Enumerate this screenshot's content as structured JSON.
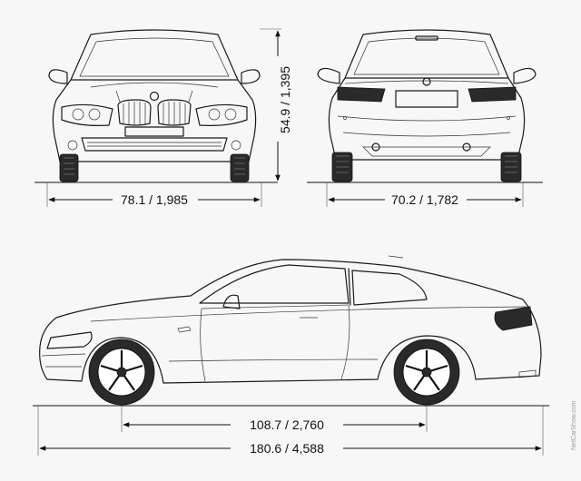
{
  "dimensions": {
    "front_width": "78.1 / 1,985",
    "height": "54.9 / 1,395",
    "rear_track": "70.2 / 1,782",
    "wheelbase": "108.7 / 2,760",
    "overall_length": "180.6 / 4,588"
  },
  "watermark": "NetCarShow.com"
}
